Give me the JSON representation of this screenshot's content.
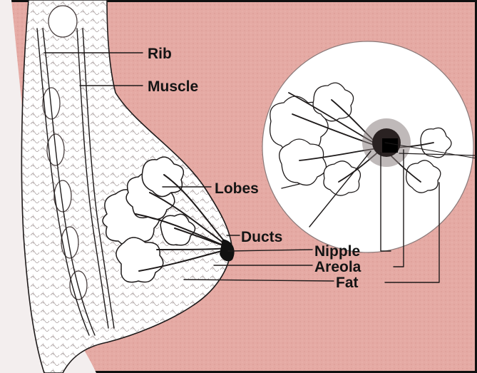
{
  "diagram": {
    "labels": {
      "rib": "Rib",
      "muscle": "Muscle",
      "lobes": "Lobes",
      "ducts": "Ducts",
      "nipple": "Nipple",
      "areola": "Areola",
      "fat": "Fat"
    },
    "colors": {
      "background_tissue": "#e5aaa4",
      "inner_tissue": "#ffffff",
      "body_wall": "#f3eeee",
      "ink": "#1e1a1a",
      "frame": "#101010"
    }
  }
}
